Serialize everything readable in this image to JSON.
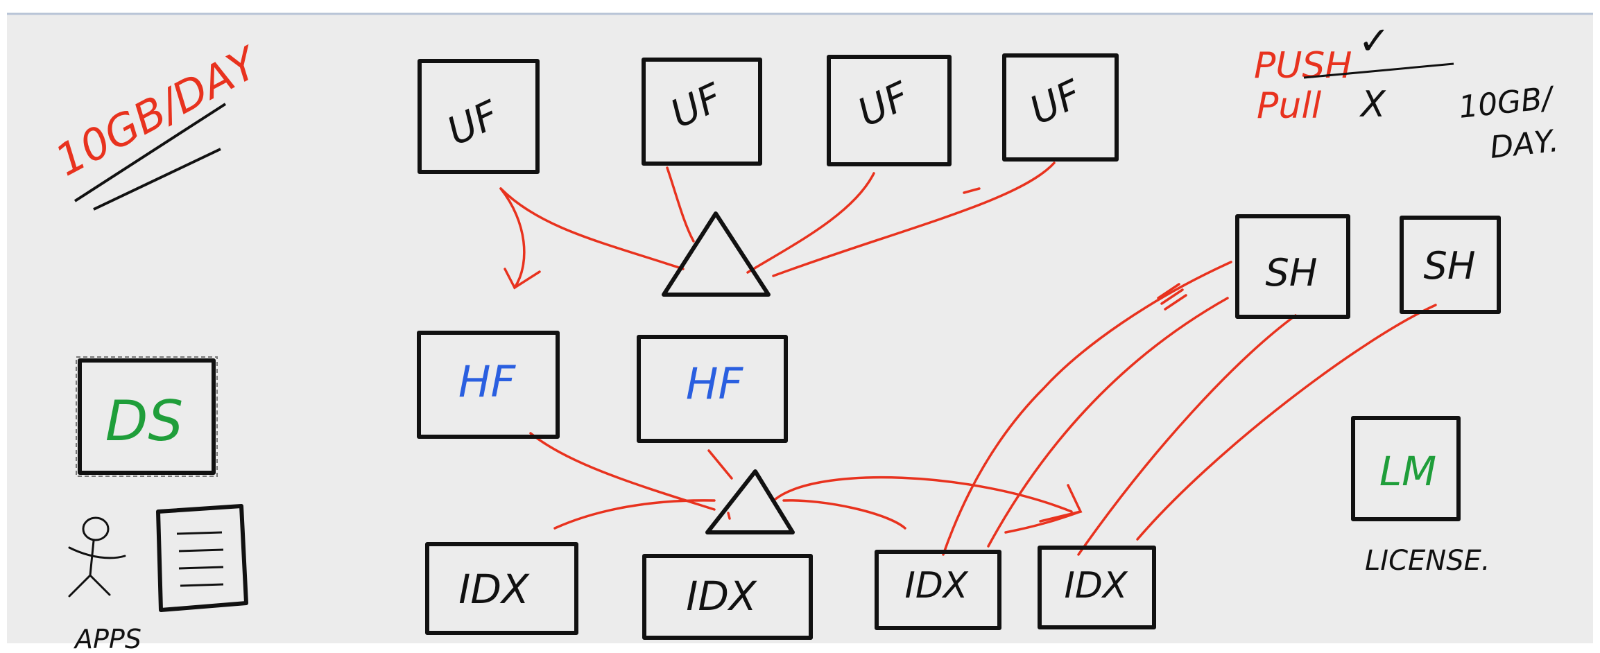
{
  "colors": {
    "canvas": "#ececec",
    "ink_black": "#111111",
    "ink_red": "#e8321e",
    "ink_blue": "#2a5fe0",
    "ink_green": "#1f9e3a",
    "top_rule": "#b8c4d6"
  },
  "annotations": {
    "volume_left": "10GB/DAY",
    "push_label": "PUSH",
    "push_check": "✓",
    "pull_label": "Pull",
    "pull_cross": "X",
    "volume_right_line1": "10GB/",
    "volume_right_line2": "DAY.",
    "license_label": "LICENSE.",
    "apps_label": "APPS"
  },
  "nodes": {
    "uf_1": "UF",
    "uf_2": "UF",
    "uf_3": "UF",
    "uf_4": "UF",
    "hf_1": "HF",
    "hf_2": "HF",
    "idx_1": "IDX",
    "idx_2": "IDX",
    "idx_3": "IDX",
    "idx_4": "IDX",
    "sh_1": "SH",
    "sh_2": "SH",
    "ds": "DS",
    "lm": "LM"
  }
}
